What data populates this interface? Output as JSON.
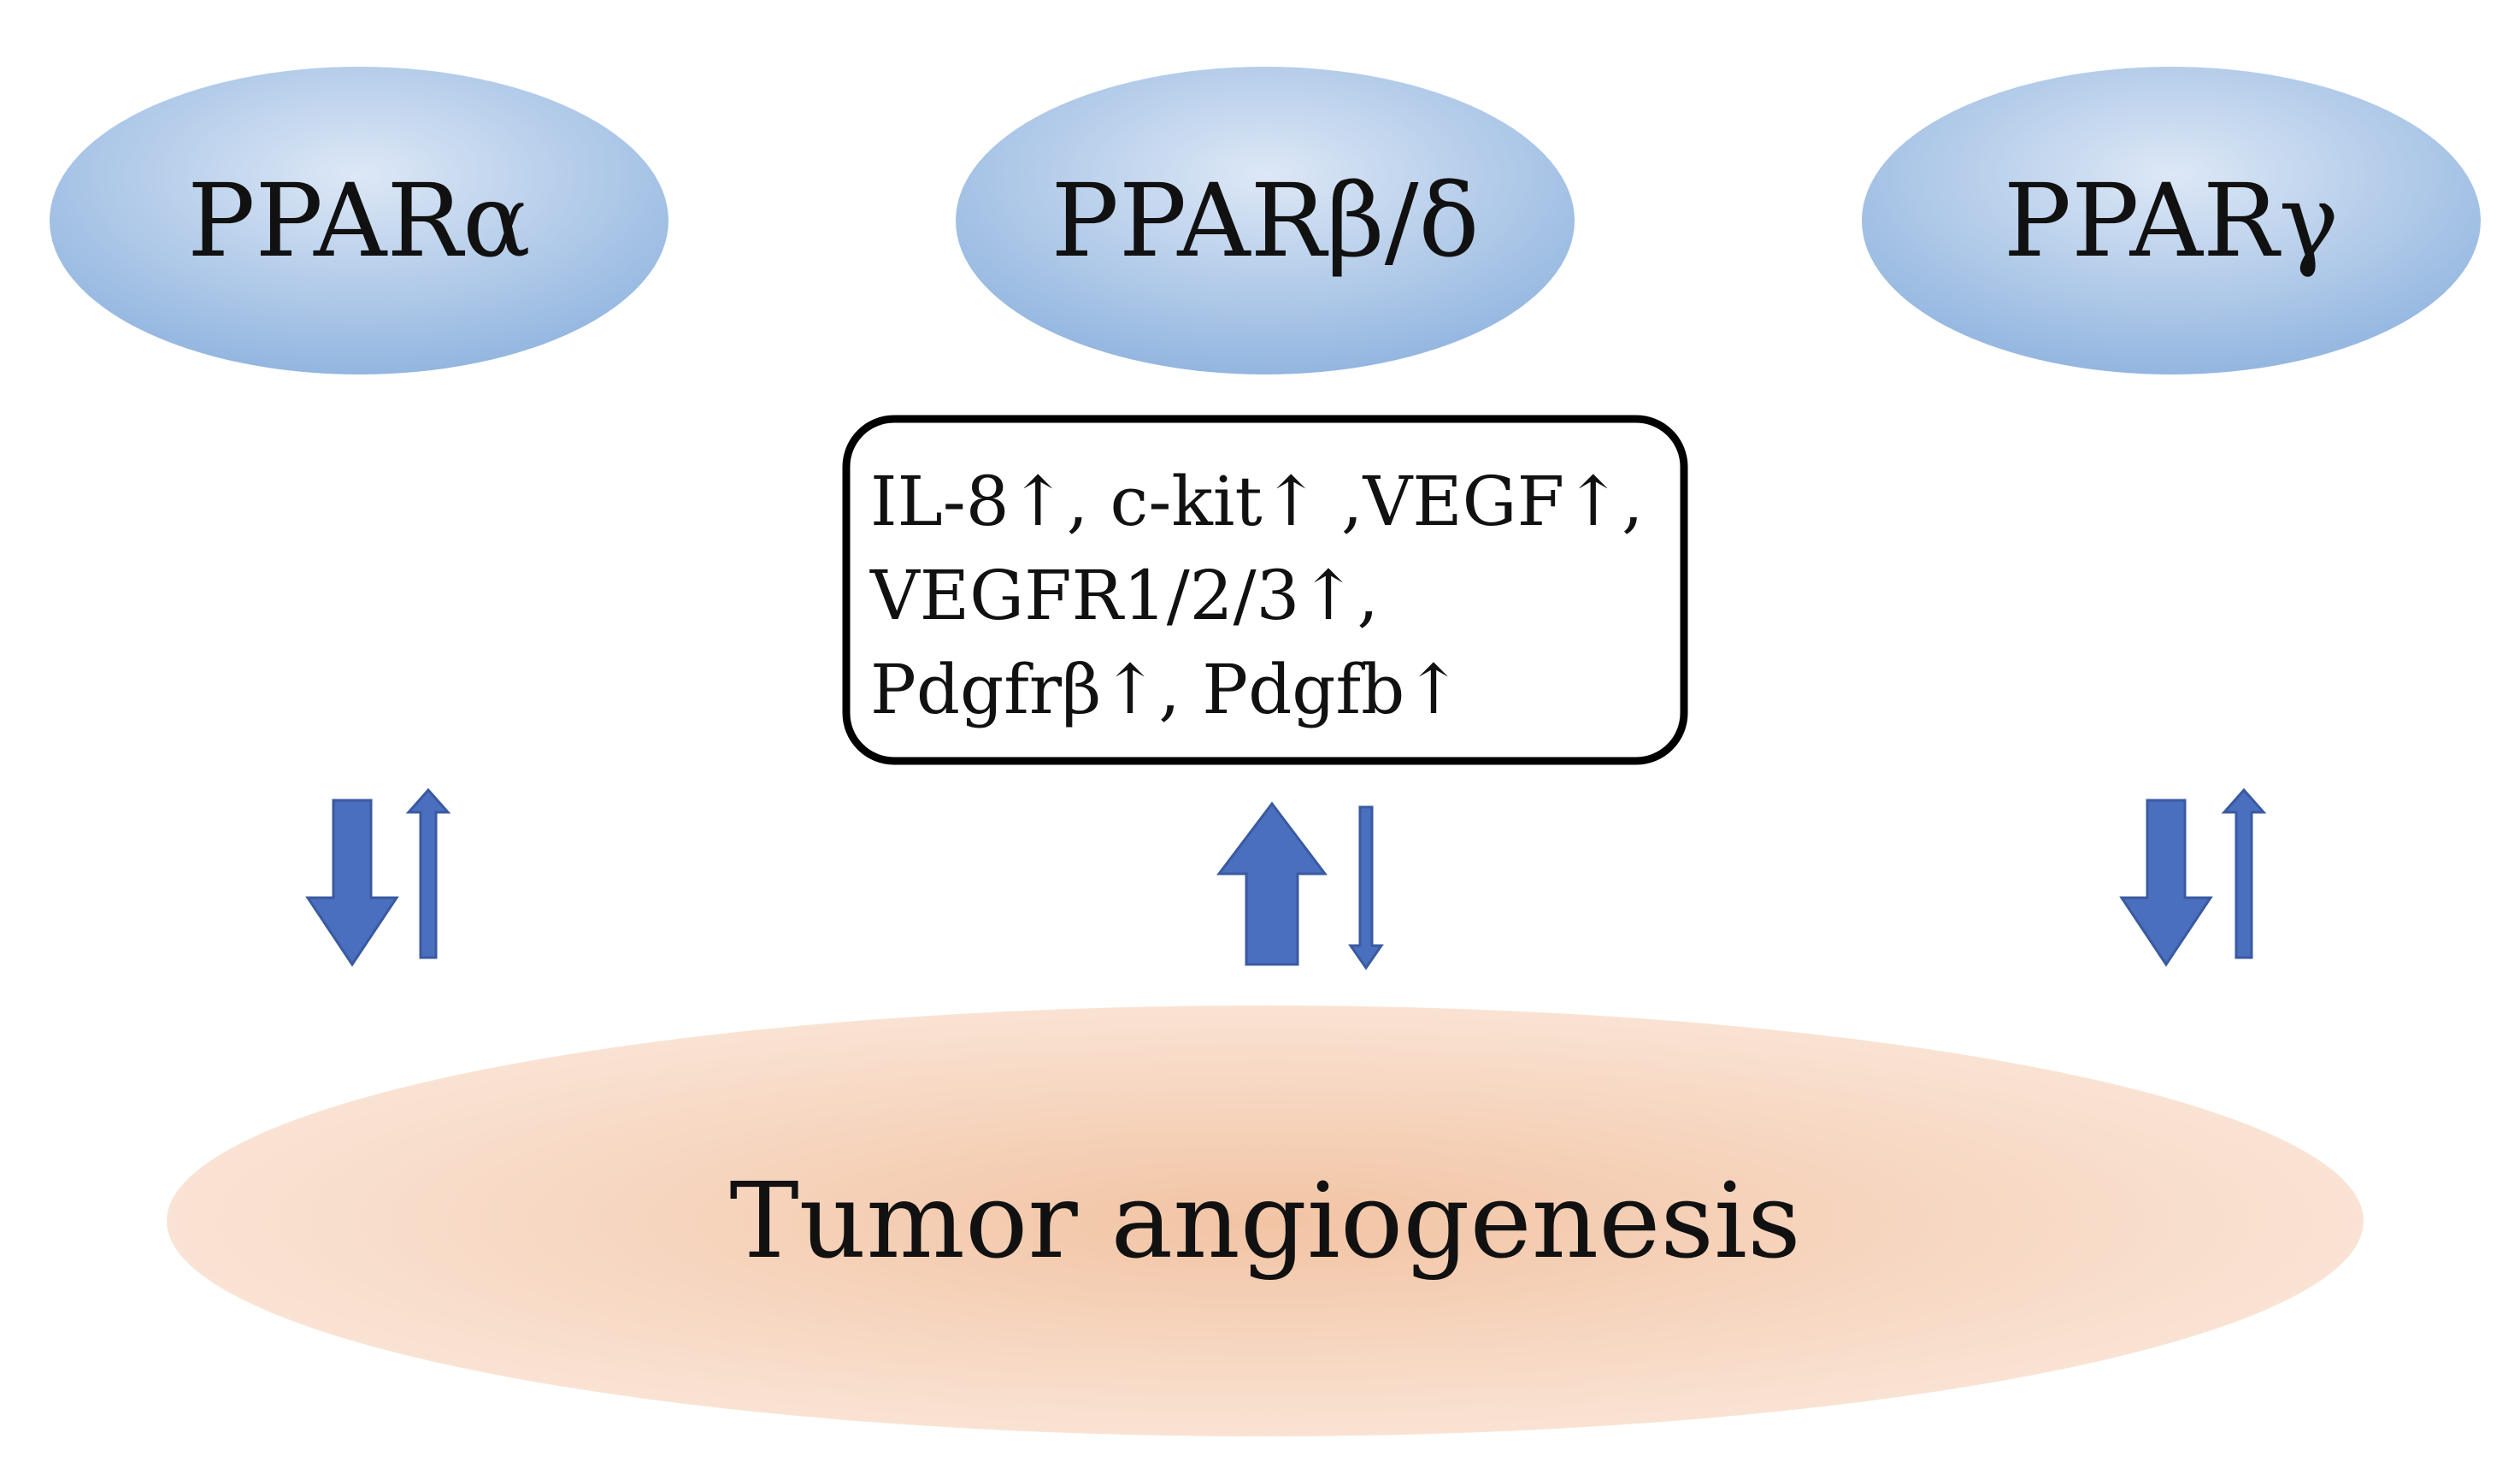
{
  "nodes": {
    "ppar_alpha": "PPARα",
    "ppar_beta_delta": "PPARβ/δ",
    "ppar_gamma": "PPARγ",
    "tumor": "Tumor angiogenesis"
  },
  "box": {
    "lines": [
      "IL-8↑, c-kit↑ ,VEGF↑,",
      "VEGFR1/2/3↑,",
      "Pdgfrβ↑, Pdgfb↑"
    ]
  },
  "colors": {
    "ppar_fill_light": "#d6e4f5",
    "ppar_fill_dark": "#8db2de",
    "tumor_fill_light": "#fbe4d6",
    "tumor_fill_dark": "#f0b58f",
    "arrow": "#4a6fbf",
    "box_border": "#000000"
  }
}
